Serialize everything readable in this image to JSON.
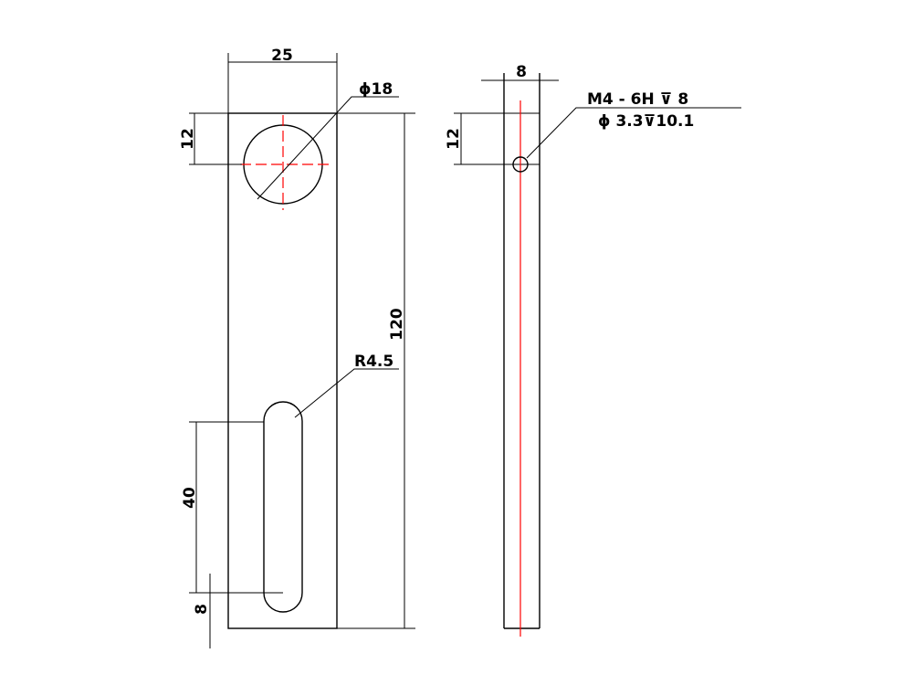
{
  "colors": {
    "outline": "#000000",
    "centerline": "#ff0000",
    "background": "#ffffff"
  },
  "front_view": {
    "width_dim": "25",
    "hole_dia_dim": "ϕ18",
    "hole_offset_dim": "12",
    "length_dim": "120",
    "slot_radius_dim": "R4.5",
    "slot_length_dim": "40",
    "slot_offset_dim": "8"
  },
  "side_view": {
    "thickness_dim": "8",
    "hole_offset_dim": "12",
    "thread_callout": "M4 - 6H ⊽ 8",
    "drill_callout": "ϕ 3.3⊽10.1"
  }
}
